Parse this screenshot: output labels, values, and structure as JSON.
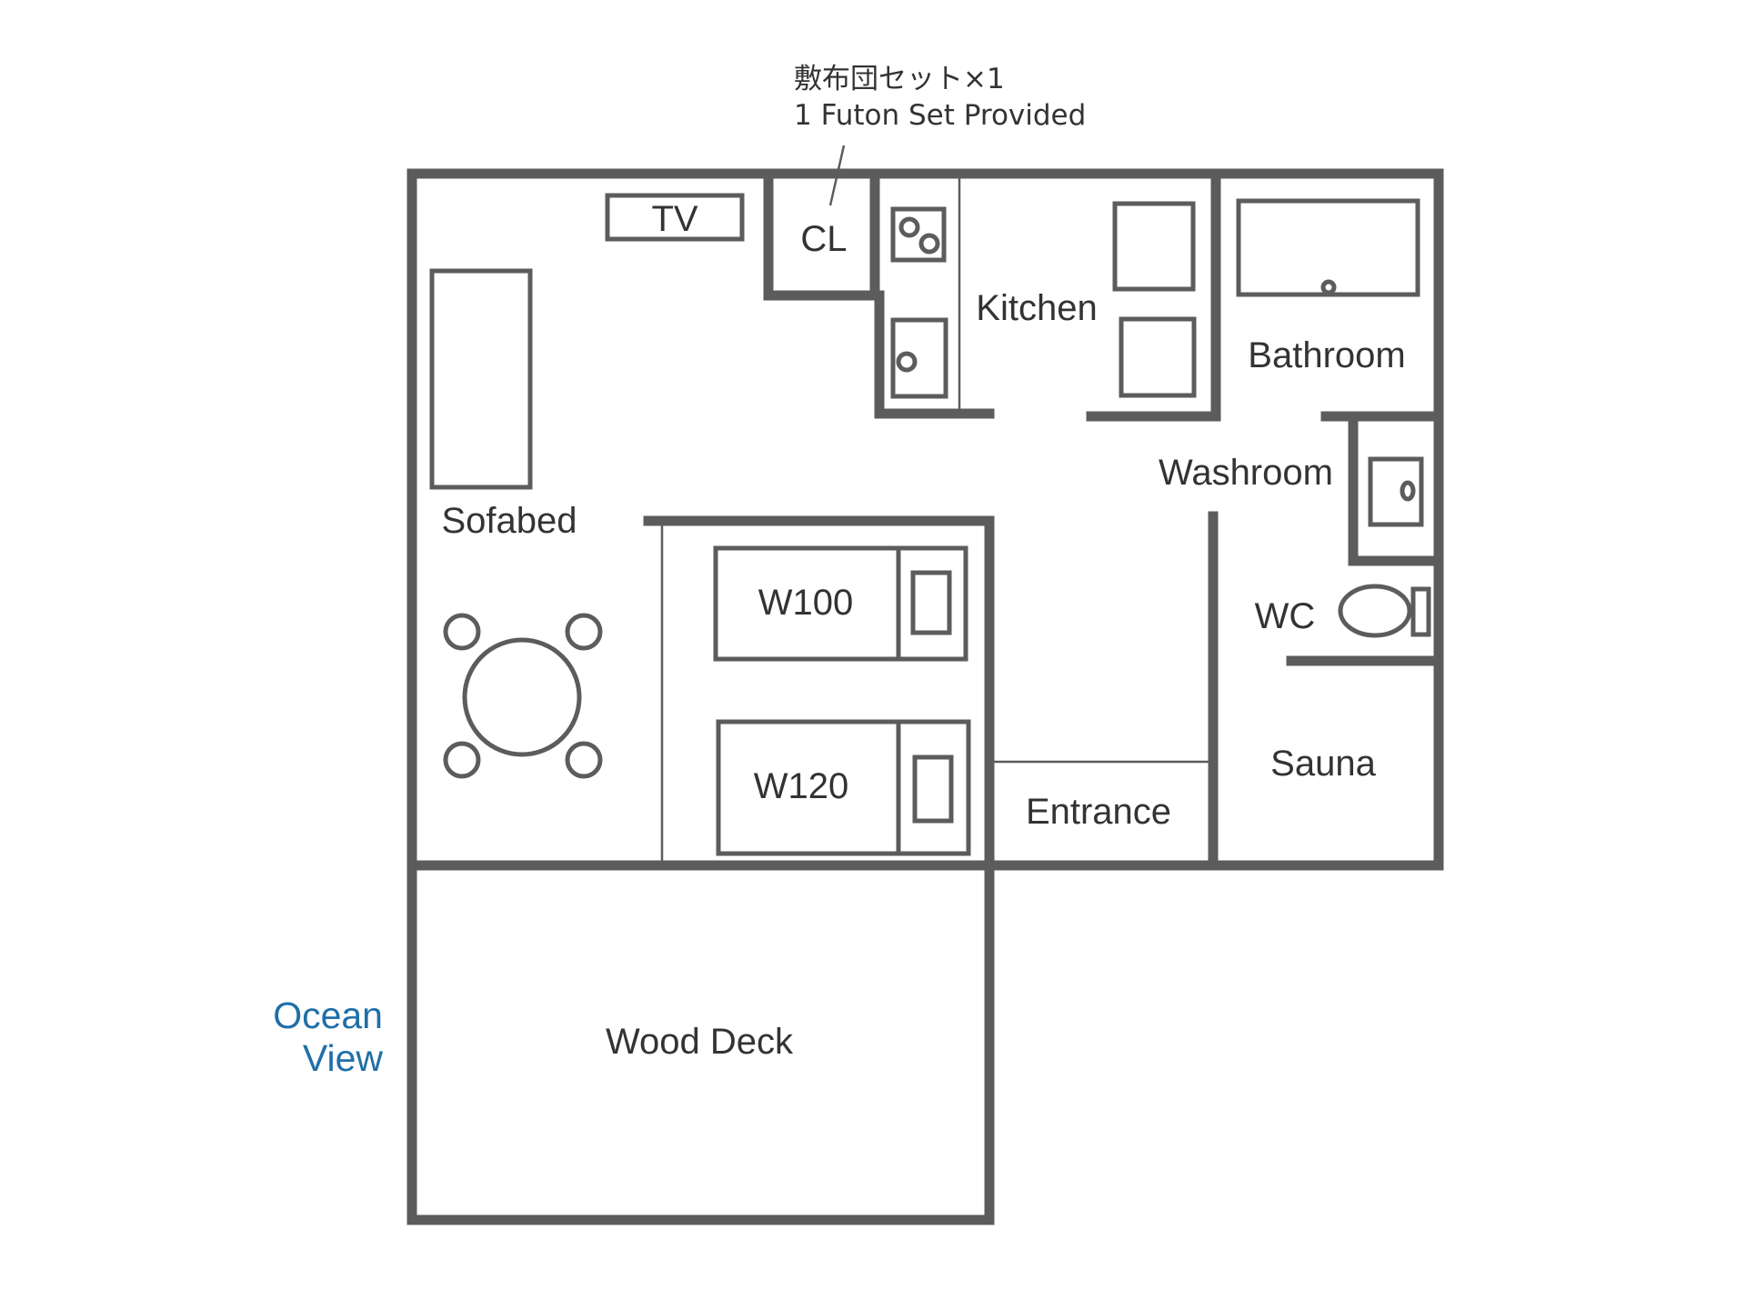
{
  "note": {
    "line_jp": "敷布団セット×1",
    "line_en": "1 Futon Set Provided"
  },
  "rooms": {
    "tv": "TV",
    "closet": "CL",
    "kitchen": "Kitchen",
    "bathroom": "Bathroom",
    "washroom": "Washroom",
    "sofabed": "Sofabed",
    "bed_small": "W100",
    "bed_large": "W120",
    "wc": "WC",
    "sauna": "Sauna",
    "entrance": "Entrance",
    "wood_deck": "Wood Deck"
  },
  "view": {
    "line1": "Ocean",
    "line2": "View"
  },
  "colors": {
    "wall": "#5c5c5c",
    "text": "#333333",
    "ocean_view": "#1f6fa8"
  }
}
